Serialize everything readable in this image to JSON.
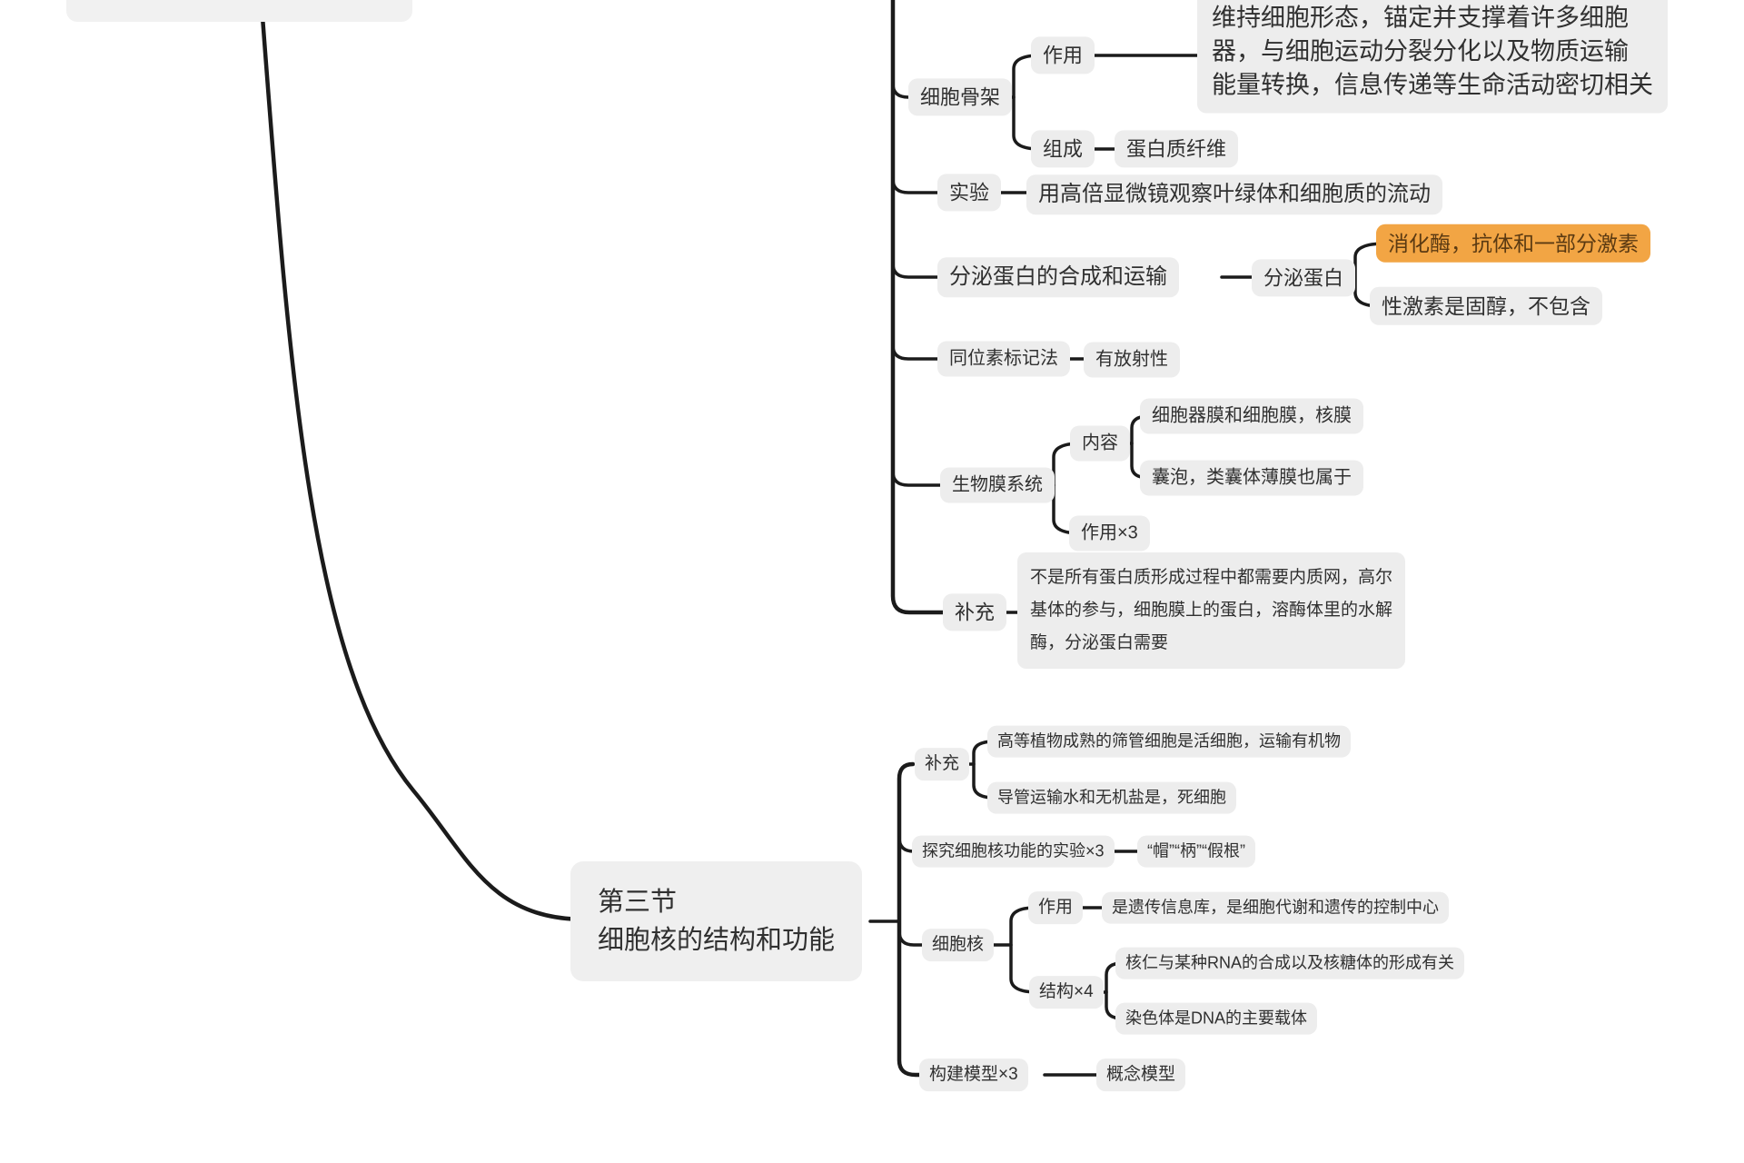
{
  "palette": {
    "node_bg": "#ededed",
    "line": "#1b1b1b",
    "highlight_bg": "#f2a544",
    "highlight_text": "#5b3a12",
    "text": "#303030"
  },
  "top_tree": {
    "cytoskeleton": {
      "label": "细胞骨架",
      "role_label": "作用",
      "role_text_lines": [
        "维持细胞形态，锚定并支撑着许多细胞",
        "器，与细胞运动分裂分化以及物质运输",
        "能量转换，信息传递等生命活动密切相关"
      ],
      "composition_label": "组成",
      "composition_value": "蛋白质纤维"
    },
    "experiment": {
      "label": "实验",
      "value": "用高倍显微镜观察叶绿体和细胞质的流动"
    },
    "secretory": {
      "label": "分泌蛋白的合成和运输",
      "protein_label": "分泌蛋白",
      "highlight_value": "消化酶，抗体和一部分激素",
      "note_value": "性激素是固醇，不包含"
    },
    "isotope": {
      "label": "同位素标记法",
      "value": "有放射性"
    },
    "membrane_system": {
      "label": "生物膜系统",
      "content_label": "内容",
      "content_items": [
        "细胞器膜和细胞膜，核膜",
        "囊泡，类囊体薄膜也属于"
      ],
      "function_label": "作用×3"
    },
    "supplement": {
      "label": "补充",
      "lines": [
        "不是所有蛋白质形成过程中都需要内质网，高尔",
        "基体的参与，细胞膜上的蛋白，溶酶体里的水解",
        "酶，分泌蛋白需要"
      ]
    }
  },
  "bottom_tree": {
    "section_title": {
      "line1": "第三节",
      "line2": "细胞核的结构和功能"
    },
    "supplement": {
      "label": "补充",
      "items": [
        "高等植物成熟的筛管细胞是活细胞，运输有机物",
        "导管运输水和无机盐是，死细胞"
      ]
    },
    "explore": {
      "label": "探究细胞核功能的实验×3",
      "value": "“帽”“柄”“假根”"
    },
    "nucleus": {
      "label": "细胞核",
      "role_label": "作用",
      "role_value": "是遗传信息库，是细胞代谢和遗传的控制中心",
      "structure_label": "结构×4",
      "structure_items": [
        "核仁与某种RNA的合成以及核糖体的形成有关",
        "染色体是DNA的主要载体"
      ]
    },
    "model": {
      "label": "构建模型×3",
      "value": "概念模型"
    }
  }
}
